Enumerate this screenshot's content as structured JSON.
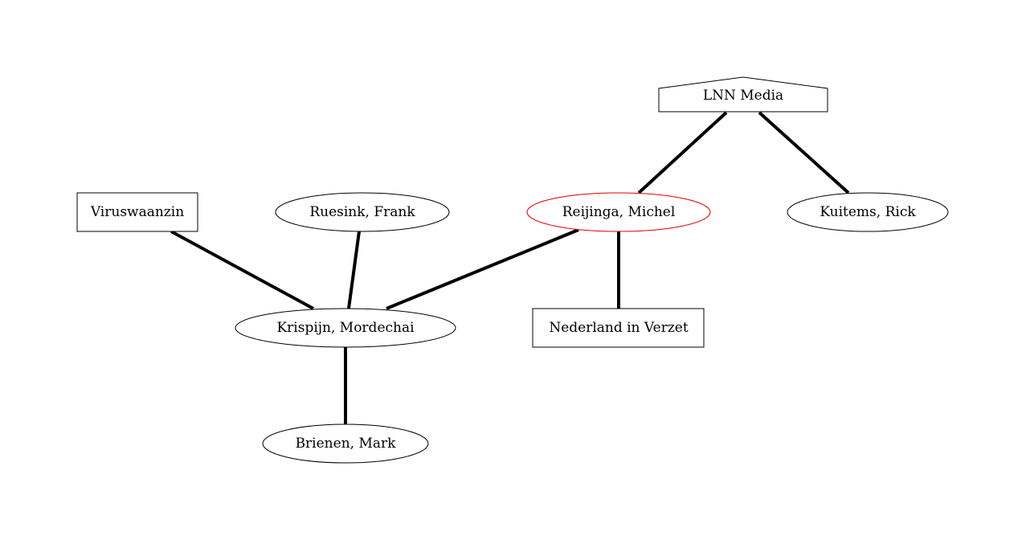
{
  "graph": {
    "nodes": {
      "lnn_media": "LNN Media",
      "viruswaanzin": "Viruswaanzin",
      "ruesink": "Ruesink, Frank",
      "reijinga": "Reijinga, Michel",
      "kuitems": "Kuitems, Rick",
      "krispijn": "Krispijn, Mordechai",
      "nederland_in_verzet": "Nederland in Verzet",
      "brienen": "Brienen, Mark"
    },
    "edges": [
      [
        "lnn_media",
        "reijinga"
      ],
      [
        "lnn_media",
        "kuitems"
      ],
      [
        "viruswaanzin",
        "krispijn"
      ],
      [
        "ruesink",
        "krispijn"
      ],
      [
        "reijinga",
        "krispijn"
      ],
      [
        "reijinga",
        "nederland_in_verzet"
      ],
      [
        "krispijn",
        "brienen"
      ]
    ],
    "highlight_color": "#e00000"
  }
}
